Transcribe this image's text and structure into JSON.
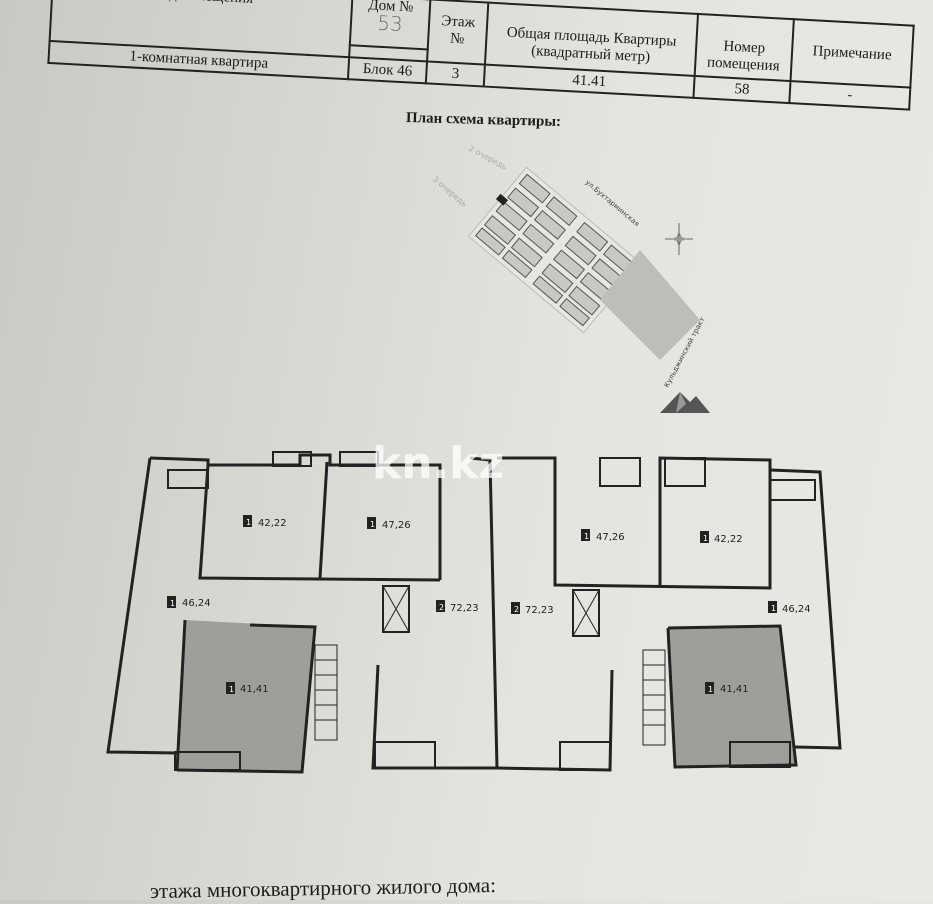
{
  "table": {
    "headers": {
      "type": "Вид помещения",
      "house": "Дом №",
      "floor": "Этаж №",
      "area": "Общая площадь Квартиры (квадратный метр)",
      "room_number": "Номер помещения",
      "note": "Примечание"
    },
    "row": {
      "type": "1-комнатная квартира",
      "house_handwritten": "53",
      "house": "Блок 46",
      "floor": "3",
      "area": "41.41",
      "room_number": "58",
      "note": "-"
    }
  },
  "plan_title": "План схема квартиры:",
  "site_map": {
    "queue_2": "2 очередь",
    "queue_3": "3 очередь",
    "street": "ул.Бухтарминская",
    "highway": "Кульджинский тракт"
  },
  "floor_plan": {
    "apartments": [
      {
        "rooms": "1",
        "area": "42,22"
      },
      {
        "rooms": "1",
        "area": "47,26"
      },
      {
        "rooms": "1",
        "area": "46,24"
      },
      {
        "rooms": "1",
        "area": "41,41"
      },
      {
        "rooms": "2",
        "area": "72,23"
      },
      {
        "rooms": "2",
        "area": "72,23"
      },
      {
        "rooms": "1",
        "area": "47,26"
      },
      {
        "rooms": "1",
        "area": "42,22"
      },
      {
        "rooms": "1",
        "area": "46,24"
      },
      {
        "rooms": "1",
        "area": "41,41"
      }
    ],
    "highlight_color": "#9e9e9b"
  },
  "watermark": "kn.kz",
  "bottom_text": "этажа многоквартирного жилого дома:"
}
